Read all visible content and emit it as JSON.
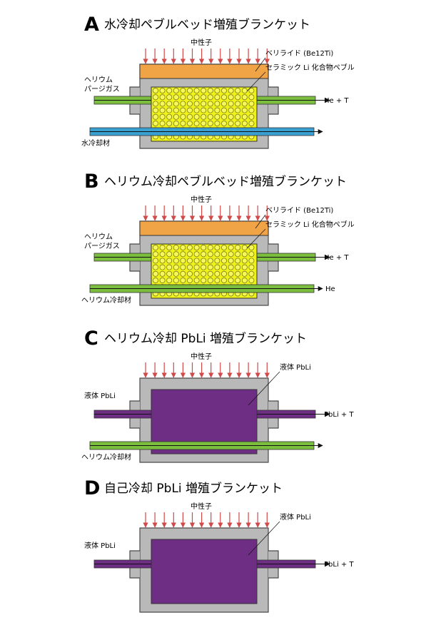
{
  "colors": {
    "casing": "#b9b9b9",
    "casing_stroke": "#4a4a4a",
    "beryllide": "#f0a445",
    "pebble_bg": "#eef21a",
    "helium_pipe": "#7cbf3f",
    "water_pipe": "#3a9fd1",
    "pbli": "#6e2e84",
    "neutron_arrow": "#d04a4a"
  },
  "panels": [
    {
      "letter": "A",
      "title": "水冷却ペブルベッド増殖ブランケット",
      "neutron_label": "中性子",
      "inner": "pebble",
      "beryllide_label": "ベリライド (Be12Ti)",
      "pebble_label": "セラミック Li 化合物ペブル",
      "inlet_label_1": "ヘリウム",
      "inlet_label_2": "パージガス",
      "outlet_label": "He + T",
      "coolant": "water",
      "coolant_label": "水冷却材",
      "coolant_outlet_label": ""
    },
    {
      "letter": "B",
      "title": "ヘリウム冷却ペブルベッド増殖ブランケット",
      "neutron_label": "中性子",
      "inner": "pebble",
      "beryllide_label": "ベリライド (Be12Ti)",
      "pebble_label": "セラミック Li 化合物ペブル",
      "inlet_label_1": "ヘリウム",
      "inlet_label_2": "パージガス",
      "outlet_label": "He + T",
      "coolant": "helium",
      "coolant_label": "ヘリウム冷却材",
      "coolant_outlet_label": "He"
    },
    {
      "letter": "C",
      "title": "ヘリウム冷却 PbLi 増殖ブランケット",
      "neutron_label": "中性子",
      "inner": "pbli",
      "pbli_label": "液体 PbLi",
      "inlet_label_1": "液体 PbLi",
      "outlet_label": "PbLi + T",
      "coolant": "helium",
      "coolant_label": "ヘリウム冷却材"
    },
    {
      "letter": "D",
      "title": "自己冷却 PbLi 増殖ブランケット",
      "neutron_label": "中性子",
      "inner": "pbli",
      "pbli_label": "液体 PbLi",
      "inlet_label_1": "液体 PbLi",
      "outlet_label": "PbLi + T",
      "coolant": "none"
    }
  ]
}
